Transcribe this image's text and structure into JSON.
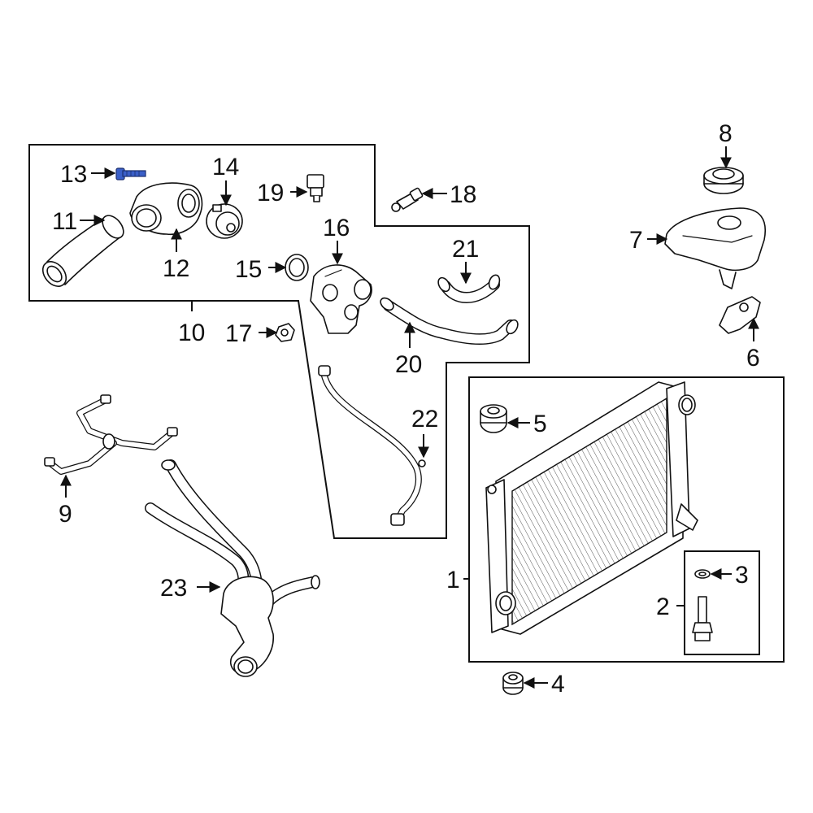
{
  "callouts": [
    {
      "id": "1",
      "label": "1"
    },
    {
      "id": "2",
      "label": "2"
    },
    {
      "id": "3",
      "label": "3"
    },
    {
      "id": "4",
      "label": "4"
    },
    {
      "id": "5",
      "label": "5"
    },
    {
      "id": "6",
      "label": "6"
    },
    {
      "id": "7",
      "label": "7"
    },
    {
      "id": "8",
      "label": "8"
    },
    {
      "id": "9",
      "label": "9"
    },
    {
      "id": "10",
      "label": "10"
    },
    {
      "id": "11",
      "label": "11"
    },
    {
      "id": "12",
      "label": "12"
    },
    {
      "id": "13",
      "label": "13"
    },
    {
      "id": "14",
      "label": "14"
    },
    {
      "id": "15",
      "label": "15"
    },
    {
      "id": "16",
      "label": "16"
    },
    {
      "id": "17",
      "label": "17"
    },
    {
      "id": "18",
      "label": "18"
    },
    {
      "id": "19",
      "label": "19"
    },
    {
      "id": "20",
      "label": "20"
    },
    {
      "id": "21",
      "label": "21"
    },
    {
      "id": "22",
      "label": "22"
    },
    {
      "id": "23",
      "label": "23"
    }
  ],
  "colors": {
    "line": "#111111",
    "background": "#ffffff",
    "highlighted_part": "#3a5fc8"
  }
}
